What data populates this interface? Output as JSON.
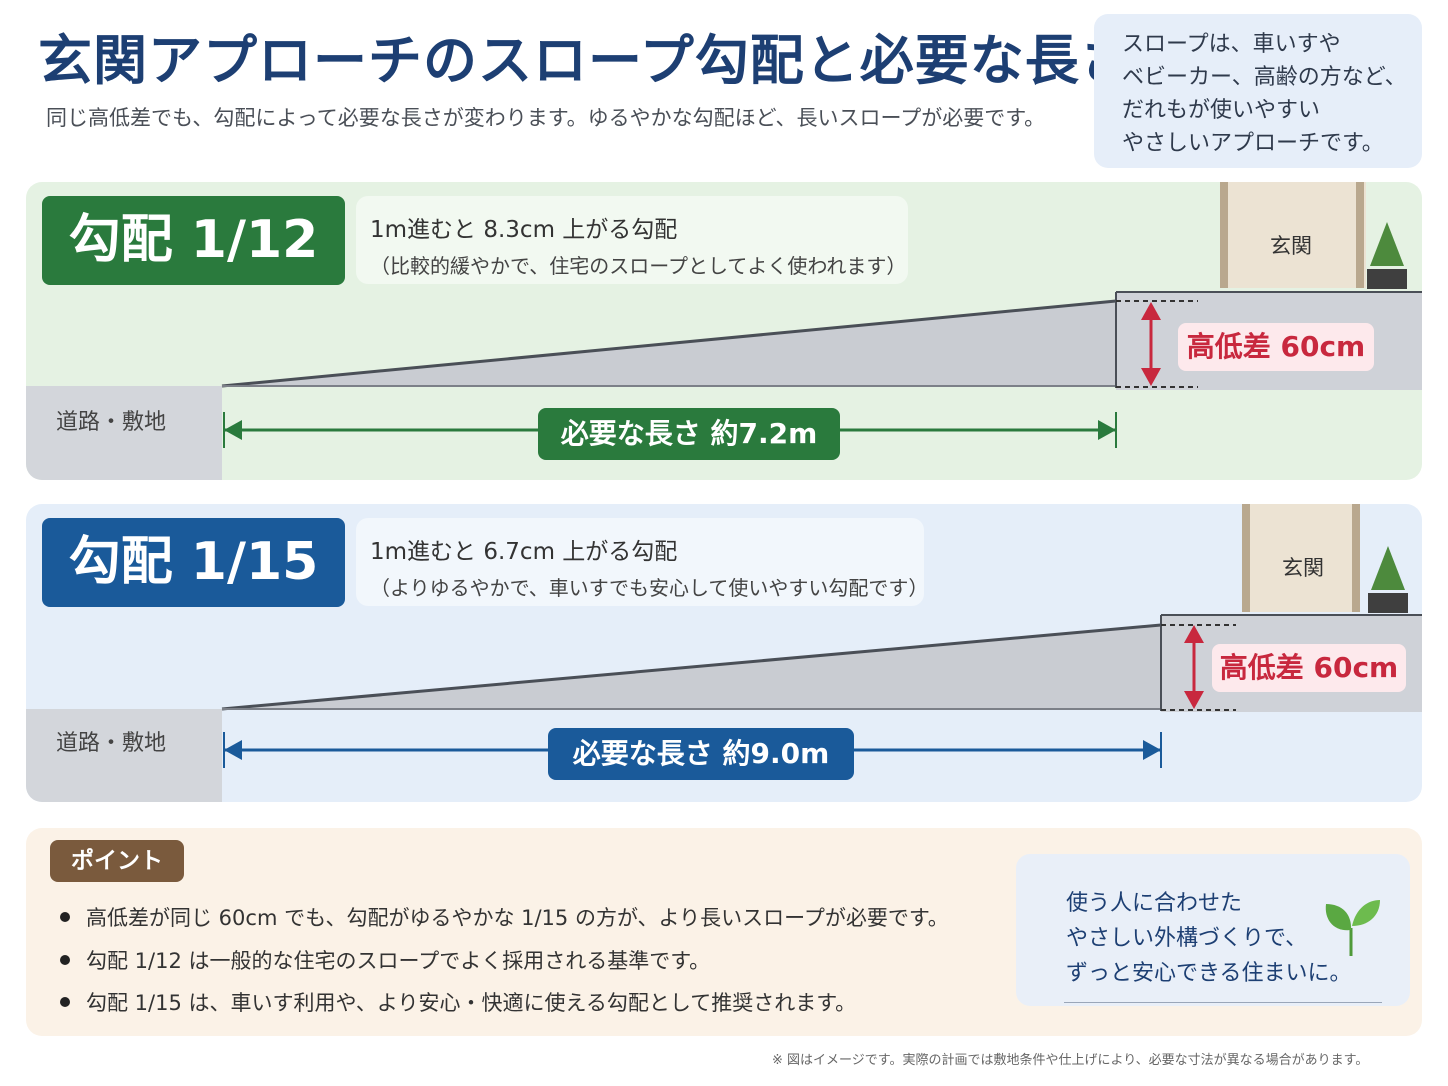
{
  "header": {
    "title": "玄関アプローチのスロープ勾配と必要な長さ",
    "subtitle": "同じ高低差でも、勾配によって必要な長さが変わります。ゆるやかな勾配ほど、長いスロープが必要です。"
  },
  "note": {
    "lines": [
      "スロープは、車いすや",
      "ベビーカー、高齢の方など、",
      "だれもが使いやすい",
      "やさしいアプローチです。"
    ]
  },
  "panels": [
    {
      "grade_label": "勾配 1/12",
      "desc_main": "1m進むと 8.3cm 上がる勾配",
      "desc_sub": "（比較的緩やかで、住宅のスロープとしてよく使われます）",
      "ground_label": "道路・敷地",
      "door_label": "玄関",
      "height_label": "高低差 60cm",
      "length_label": "必要な長さ 約7.2m",
      "accent_color": "#2a7a3d",
      "background_color": "#e5f2e3"
    },
    {
      "grade_label": "勾配 1/15",
      "desc_main": "1m進むと 6.7cm 上がる勾配",
      "desc_sub": "（よりゆるやかで、車いすでも安心して使いやすい勾配です）",
      "ground_label": "道路・敷地",
      "door_label": "玄関",
      "height_label": "高低差 60cm",
      "length_label": "必要な長さ 約9.0m",
      "accent_color": "#1a5a9a",
      "background_color": "#e5eef9"
    }
  ],
  "points": {
    "badge": "ポイント",
    "items": [
      "高低差が同じ 60cm でも、勾配がゆるやかな 1/15 の方が、より長いスロープが必要です。",
      "勾配 1/12 は一般的な住宅のスロープでよく採用される基準です。",
      "勾配 1/15 は、車いす利用や、より安心・快適に使える勾配として推奨されます。"
    ],
    "message": [
      "使う人に合わせた",
      "やさしい外構づくりで、",
      "ずっと安心できる住まいに。"
    ]
  },
  "footnote": "※ 図はイメージです。実際の計画では敷地条件や仕上げにより、必要な寸法が異なる場合があります。",
  "colors": {
    "title": "#1d3f73",
    "height_red": "#c8283e",
    "point_brown": "#7a5a3d"
  }
}
